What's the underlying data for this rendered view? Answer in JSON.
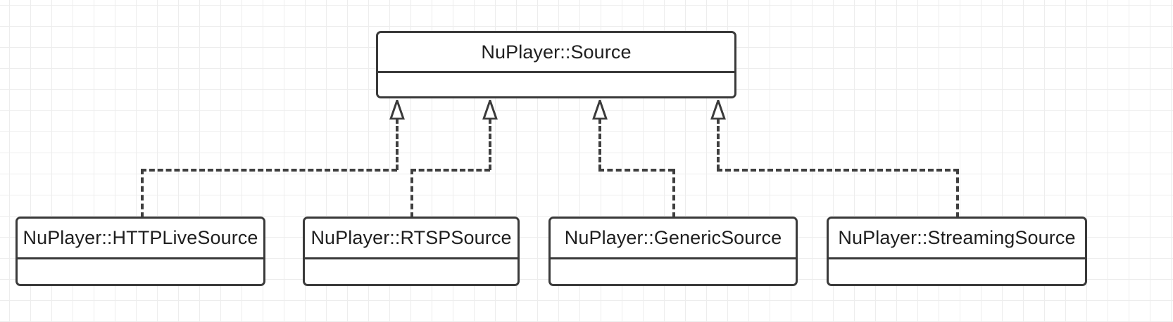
{
  "diagram": {
    "type": "uml-class-diagram",
    "notation": "realization",
    "background": "#ffffff",
    "grid_color": "#ededed",
    "stroke_color": "#3a3a3a",
    "text_color": "#1f1f1f",
    "base_class": {
      "name": "NuPlayer::Source",
      "attributes": [],
      "methods": []
    },
    "derived_classes": [
      {
        "name": "NuPlayer::HTTPLiveSource",
        "attributes": [],
        "methods": []
      },
      {
        "name": "NuPlayer::RTSPSource",
        "attributes": [],
        "methods": []
      },
      {
        "name": "NuPlayer::GenericSource",
        "attributes": [],
        "methods": []
      },
      {
        "name": "NuPlayer::StreamingSource",
        "attributes": [],
        "methods": []
      }
    ],
    "relationships": [
      {
        "from": "NuPlayer::HTTPLiveSource",
        "to": "NuPlayer::Source",
        "kind": "realization",
        "line": "dashed",
        "arrowhead": "hollow-triangle"
      },
      {
        "from": "NuPlayer::RTSPSource",
        "to": "NuPlayer::Source",
        "kind": "realization",
        "line": "dashed",
        "arrowhead": "hollow-triangle"
      },
      {
        "from": "NuPlayer::GenericSource",
        "to": "NuPlayer::Source",
        "kind": "realization",
        "line": "dashed",
        "arrowhead": "hollow-triangle"
      },
      {
        "from": "NuPlayer::StreamingSource",
        "to": "NuPlayer::Source",
        "kind": "realization",
        "line": "dashed",
        "arrowhead": "hollow-triangle"
      }
    ]
  }
}
